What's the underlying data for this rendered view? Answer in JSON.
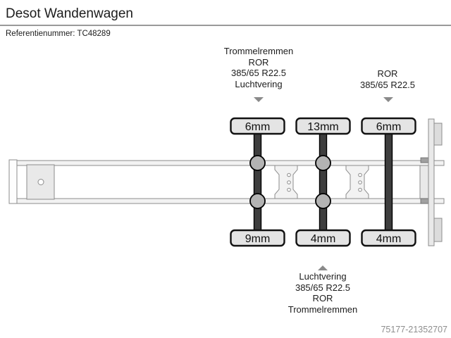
{
  "header": {
    "title": "Desot Wandenwagen",
    "reference": "Referentienummer: TC48289"
  },
  "annotations": {
    "front_axle_top": {
      "lines": [
        "Trommelremmen",
        "ROR",
        "385/65 R22.5",
        "Luchtvering"
      ]
    },
    "rear_axle_top": {
      "lines": [
        "ROR",
        "385/65 R22.5"
      ]
    },
    "middle_axle_bottom": {
      "lines": [
        "Luchtvering",
        "385/65 R22.5",
        "ROR",
        "Trommelremmen"
      ]
    }
  },
  "tread_depths": {
    "top": [
      "6mm",
      "13mm",
      "6mm"
    ],
    "bottom": [
      "9mm",
      "4mm",
      "4mm"
    ]
  },
  "footer": {
    "listing_id": "75177-21352707"
  },
  "colors": {
    "axle_bar": "#3e3e3e",
    "badge_fill": "#e4e4e4",
    "wheel_fill": "#b3b3b3",
    "frame_outline": "#8c8c8c",
    "divider": "#9a9a9a",
    "footer_text": "#8e8e8e",
    "arrow": "#8a8a8a"
  }
}
